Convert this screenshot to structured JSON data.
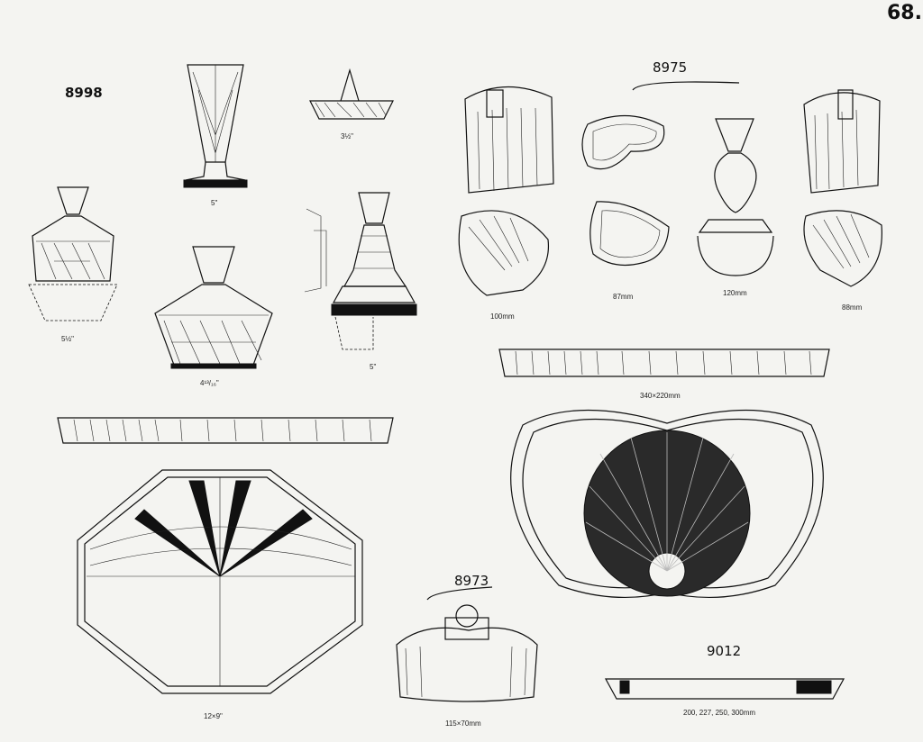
{
  "page_number": "68.",
  "groups": {
    "g8998": "8998",
    "g8975": "8975",
    "g8973": "8973",
    "g9012": "9012"
  },
  "labels": {
    "vase": "5\"",
    "basket": "3½\"",
    "bonbon_small": "5½\"",
    "bonbon_large": "4¹³/₁₆\"",
    "candlestick": "5\"",
    "tray_12x9": "12×9\"",
    "box_115": "115×70mm",
    "dish_100": "100mm",
    "dish_87": "87mm",
    "bell_120": "120mm",
    "dish_88": "88mm",
    "tray_340": "340×220mm",
    "bowl_sizes": "200, 227, 250, 300mm"
  }
}
